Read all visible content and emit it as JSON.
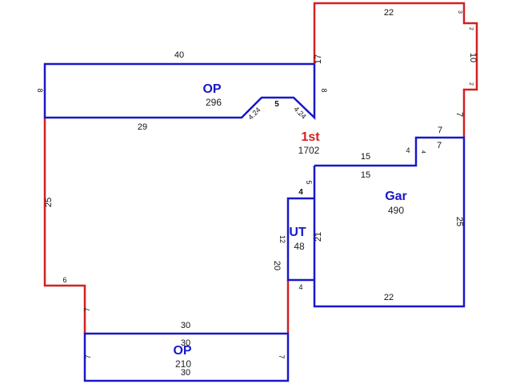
{
  "colors": {
    "living_wall": "#d42020",
    "structure_wall": "#1818c8",
    "living_label": "#d42020",
    "structure_label": "#1818c8"
  },
  "areas": {
    "first": {
      "label": "1st",
      "size": "1702"
    },
    "op_top": {
      "label": "OP",
      "size": "296"
    },
    "garage": {
      "label": "Gar",
      "size": "490"
    },
    "utility": {
      "label": "UT",
      "size": "48"
    },
    "op_bottom": {
      "label": "OP",
      "size": "210"
    }
  },
  "dimensions": {
    "top_22": "22",
    "top_3": "3",
    "right_2a": "2",
    "right_10": "10",
    "right_2b": "2",
    "right_7": "7",
    "step_7a": "7",
    "step_4a": "4",
    "step_7b": "7",
    "op_top_40": "40",
    "op_top_17": "17",
    "op_top_8_left": "8",
    "op_top_8_right": "8",
    "op_top_29": "29",
    "op_top_424a": "4.24",
    "op_top_5": "5",
    "op_top_424b": "4.24",
    "gar_15_top": "15",
    "gar_15_inner": "15",
    "gar_25": "25",
    "gar_21": "21",
    "gar_22": "22",
    "ut_5": "5",
    "ut_4_top": "4",
    "ut_12": "12",
    "ut_20": "20",
    "ut_4_bottom": "4",
    "left_25": "25",
    "left_6": "6",
    "left_7": "7",
    "op_bot_30_top": "30",
    "op_bot_30_inner": "30",
    "op_bot_30_bottom": "30",
    "op_bot_7_left": "7",
    "op_bot_7_right": "7"
  }
}
